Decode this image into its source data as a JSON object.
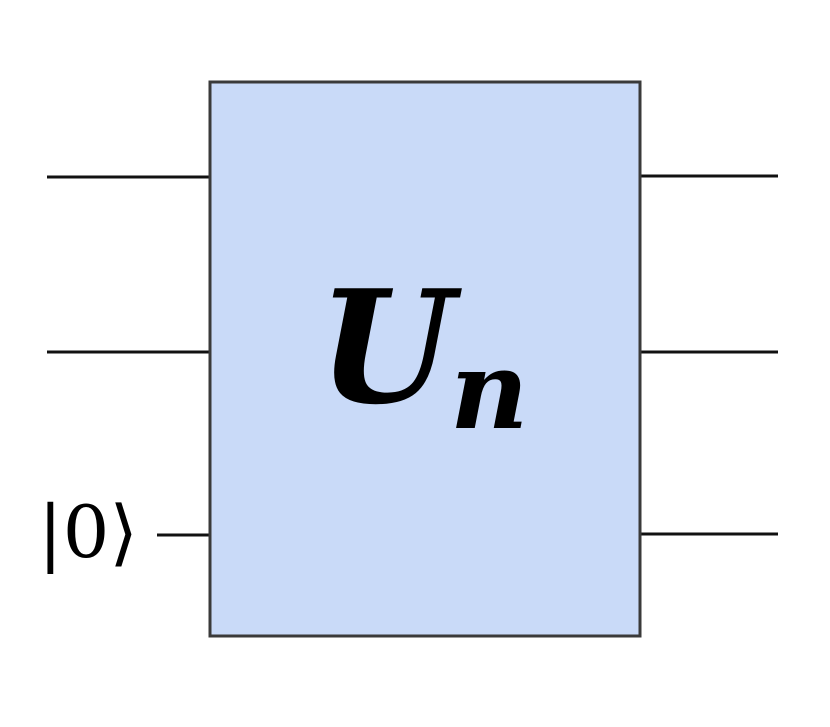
{
  "gate": {
    "symbol": "U",
    "subscript": "n",
    "fill": "#c9daf8",
    "stroke": "#3a3a3a"
  },
  "wires": [
    {
      "input_label": ""
    },
    {
      "input_label": ""
    },
    {
      "input_label": "|0⟩"
    }
  ],
  "colors": {
    "wire": "#111111",
    "background": "#ffffff"
  }
}
